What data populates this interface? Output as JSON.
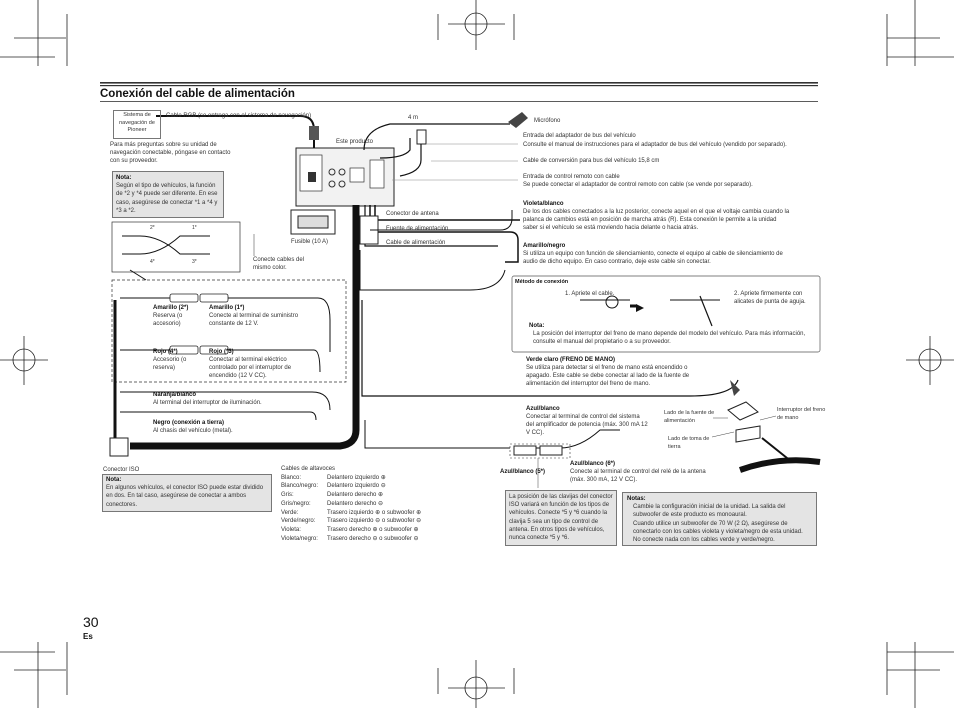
{
  "page": {
    "title": "Conexión del cable de alimentación",
    "page_number": "30",
    "language": "Es"
  },
  "left": {
    "nav_system": "Sistema de navegación de Pioneer",
    "rgb_cable": "Cable RGB (se entrega con el sistema de navegación)",
    "nav_info": "Para más preguntas sobre su unidad de navegación conectable, póngase en contacto con su proveedor.",
    "note_title": "Nota:",
    "note_text": "Según el tipo de vehículos, la función de *2 y *4 puede ser diferente. En ese caso, asegúrese de conectar *1 a *4 y *3 a *2.",
    "plug_labels": [
      "2*",
      "1*",
      "4*",
      "3*"
    ],
    "same_color": "Conecte cables del mismo color.",
    "fuse": "Fusible (10 A)",
    "this_product": "Este producto"
  },
  "wires_left": {
    "yellow2_title": "Amarillo (2*)",
    "yellow2_text": "Reserva (o accesorio)",
    "yellow1_title": "Amarillo (1*)",
    "yellow1_text": "Conecte al terminal de suministro constante de 12 V.",
    "red4_title": "Rojo (4*)",
    "red4_text": "Accesorio (o reserva)",
    "red3_title": "Rojo (*3)",
    "red3_text": "Conectar al terminal eléctrico controlado por el interruptor de encendido (12 V CC).",
    "orange_title": "Naranja/blanco",
    "orange_text": "Al terminal del interruptor de iluminación.",
    "black_title": "Negro (conexión a tierra)",
    "black_text": "Al chasis del vehículo (metal)."
  },
  "iso": {
    "label": "Conector ISO",
    "note_title": "Nota:",
    "note_text": "En algunos vehículos, el conector ISO puede estar dividido en dos. En tal caso, asegúrese de conectar a ambos conectores."
  },
  "speakers": {
    "title": "Cables de altavoces",
    "rows": [
      {
        "color": "Blanco:",
        "desc": "Delantero izquierdo ⊕"
      },
      {
        "color": "Blanco/negro:",
        "desc": "Delantero izquierdo ⊖"
      },
      {
        "color": "Gris:",
        "desc": "Delantero derecho ⊕"
      },
      {
        "color": "Gris/negro:",
        "desc": "Delantero derecho ⊖"
      },
      {
        "color": "Verde:",
        "desc": "Trasero izquierdo ⊕ o subwoofer ⊕"
      },
      {
        "color": "Verde/negro:",
        "desc": "Trasero izquierdo ⊖ o subwoofer ⊖"
      },
      {
        "color": "Violeta:",
        "desc": "Trasero derecho ⊕ o subwoofer ⊕"
      },
      {
        "color": "Violeta/negro:",
        "desc": "Trasero derecho ⊖ o subwoofer ⊖"
      }
    ]
  },
  "center": {
    "four_m": "4 m",
    "microphone": "Micrófono",
    "antenna": "Conector de antena",
    "power_source": "Fuente de alimentación",
    "power_cable": "Cable de alimentación"
  },
  "right": {
    "bus_adapter_title": "Entrada del adaptador de bus del vehículo",
    "bus_adapter_text": "Consulte el manual de instrucciones para el adaptador de bus del vehículo (vendido por separado).",
    "bus_cable": "Cable de conversión para bus del vehículo 15,8 cm",
    "remote_title": "Entrada de control remoto con cable",
    "remote_text": "Se puede conectar el adaptador de control remoto con cable (se vende por separado).",
    "violet_title": "Violeta/blanco",
    "violet_text": "De los dos cables conectados a la luz posterior, conecte aquel en el que el voltaje cambia cuando la palanca de cambios está en posición de marcha atrás (R). Esta conexión le permite a la unidad saber si el vehículo se está moviendo hacia delante o hacia atrás.",
    "yellowblack_title": "Amarillo/negro",
    "yellowblack_text": "Si utiliza un equipo con función de silenciamiento, conecte el equipo al cable de silenciamiento de audio de dicho equipo. En caso contrario, deje este cable sin conectar.",
    "method_title": "Método de conexión",
    "step1": "1. Apriete el cable.",
    "step2": "2. Apriete firmemente con alicates de punta de aguja.",
    "method_note_title": "Nota:",
    "method_note_text": "La posición del interruptor del freno de mano depende del modelo del vehículo. Para más información, consulte el manual del propietario o a su proveedor.",
    "lightgreen_title": "Verde claro (FRENO DE MANO)",
    "lightgreen_text": "Se utiliza para detectar si el freno de mano está encendido o apagado. Este cable se debe conectar al lado de la fuente de alimentación del interruptor del freno de mano.",
    "power_side": "Lado de la fuente de alimentación",
    "ground_side": "Lado de toma de tierra",
    "brake_switch": "Interruptor del freno de mano",
    "bluewhite_title": "Azul/blanco",
    "bluewhite_text": "Conectar al terminal de control del sistema del amplificador de potencia (máx. 300 mA 12 V CC).",
    "bluewhite5": "Azul/blanco (5*)",
    "bluewhite6_title": "Azul/blanco (6*)",
    "bluewhite6_text": "Conecte al terminal de control del relé de la antena (máx. 300 mA, 12 V CC).",
    "pin_note": "La posición de las clavijas del conector ISO variará en función de los tipos de vehículos. Conecte *5 y *6 cuando la clavija 5 sea un tipo de control de antena. En otros tipos de vehículos, nunca conecte *5 y *6.",
    "notes_title": "Notas:",
    "notes_text1": "Cambie la configuración inicial de la unidad. La salida del subwoofer de este producto es monoaural.",
    "notes_text2": "Cuando utilice un subwoofer de 70 W (2 Ω), asegúrese de conectarlo con los cables violeta y violeta/negro de esta unidad. No conecte nada con los cables verde y verde/negro."
  }
}
